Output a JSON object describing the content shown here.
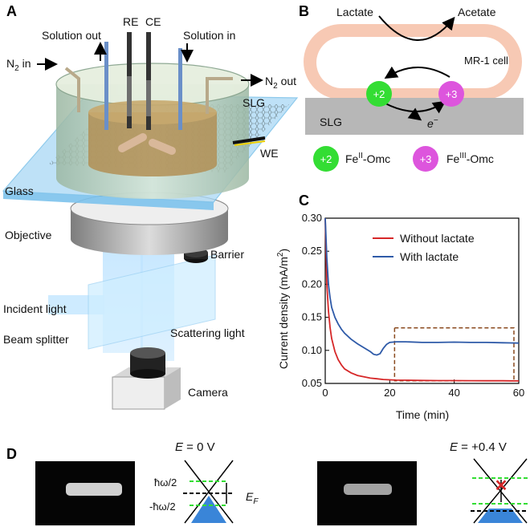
{
  "panels": {
    "a": {
      "letter": "A",
      "labels": {
        "solution_out": "Solution out",
        "re": "RE",
        "ce": "CE",
        "solution_in": "Solution in",
        "n2_in": "N",
        "n2_in_sub": "2",
        "n2_in_tail": " in",
        "n2_out": "N",
        "n2_out_sub": "2",
        "n2_out_tail": " out",
        "slg": "SLG",
        "we": "WE",
        "glass": "Glass",
        "objective": "Objective",
        "barrier": "Barrier",
        "incident_light": "Incident light",
        "beam_splitter": "Beam splitter",
        "scattering_light": "Scattering light",
        "camera": "Camera"
      }
    },
    "b": {
      "letter": "B",
      "labels": {
        "lactate": "Lactate",
        "acetate": "Acetate",
        "cell": "MR-1 cell",
        "plus2": "+2",
        "plus3": "+3",
        "slg": "SLG",
        "electron": "e",
        "electron_sup": "−",
        "legend_fe2_prefix": "Fe",
        "legend_fe2_sup": "II",
        "legend_fe2_suffix": "-Omc",
        "legend_fe3_prefix": "Fe",
        "legend_fe3_sup": "III",
        "legend_fe3_suffix": "-Omc"
      },
      "colors": {
        "fe2": "#33dd33",
        "fe3": "#dd55dd",
        "cell": "#f7c9b4",
        "slg": "#b7b7b7"
      }
    },
    "c": {
      "letter": "C",
      "chart_data": {
        "type": "line",
        "xlabel": "Time (min)",
        "ylabel": "Current density (mA/m",
        "ylabel_sup": "2",
        "ylabel_tail": ")",
        "xlim": [
          0,
          60
        ],
        "ylim": [
          0.05,
          0.3
        ],
        "xticks": [
          0,
          20,
          40,
          60
        ],
        "yticks": [
          0.05,
          0.1,
          0.15,
          0.2,
          0.25,
          0.3
        ],
        "ytick_labels": [
          "0.05",
          "0.10",
          "0.15",
          "0.20",
          "0.25",
          "0.30"
        ],
        "legend_position": "top-right",
        "highlight_box": {
          "x": [
            21.5,
            58.5
          ],
          "y": [
            0.054,
            0.134
          ]
        },
        "series": [
          {
            "name": "Without lactate",
            "color": "#d62728",
            "x": [
              0,
              0.5,
              1,
              1.5,
              2,
              3,
              4,
              5,
              6,
              8,
              10,
              12,
              14,
              16,
              18,
              20,
              22,
              25,
              30,
              35,
              40,
              45,
              50,
              55,
              60
            ],
            "y": [
              0.3,
              0.2,
              0.16,
              0.135,
              0.118,
              0.098,
              0.086,
              0.078,
              0.072,
              0.066,
              0.062,
              0.06,
              0.058,
              0.057,
              0.056,
              0.0555,
              0.055,
              0.0548,
              0.0545,
              0.0543,
              0.0542,
              0.0541,
              0.054,
              0.054,
              0.0538
            ]
          },
          {
            "name": "With lactate",
            "color": "#2e5aa8",
            "x": [
              0,
              0.5,
              1,
              1.5,
              2,
              3,
              4,
              5,
              6,
              8,
              10,
              12,
              14,
              15,
              16,
              17,
              18,
              19,
              20,
              22,
              25,
              30,
              35,
              40,
              45,
              50,
              55,
              60
            ],
            "y": [
              0.3,
              0.24,
              0.2,
              0.18,
              0.165,
              0.15,
              0.14,
              0.132,
              0.126,
              0.117,
              0.11,
              0.104,
              0.098,
              0.094,
              0.093,
              0.095,
              0.103,
              0.109,
              0.112,
              0.113,
              0.113,
              0.112,
              0.112,
              0.1125,
              0.112,
              0.112,
              0.1115,
              0.111
            ]
          }
        ]
      }
    },
    "d": {
      "letter": "D",
      "left": {
        "e_label": "E",
        "e_value": " = 0 V",
        "hw_top": "ħω/2",
        "hw_bottom": "-ħω/2",
        "ef": "E",
        "ef_sub": "F"
      },
      "right": {
        "e_label": "E",
        "e_value": " = +0.4 V",
        "cross": "✕"
      },
      "colors": {
        "band": "#3a85d8",
        "dashed_green": "#33dd33",
        "cross": "#d62728"
      }
    }
  }
}
